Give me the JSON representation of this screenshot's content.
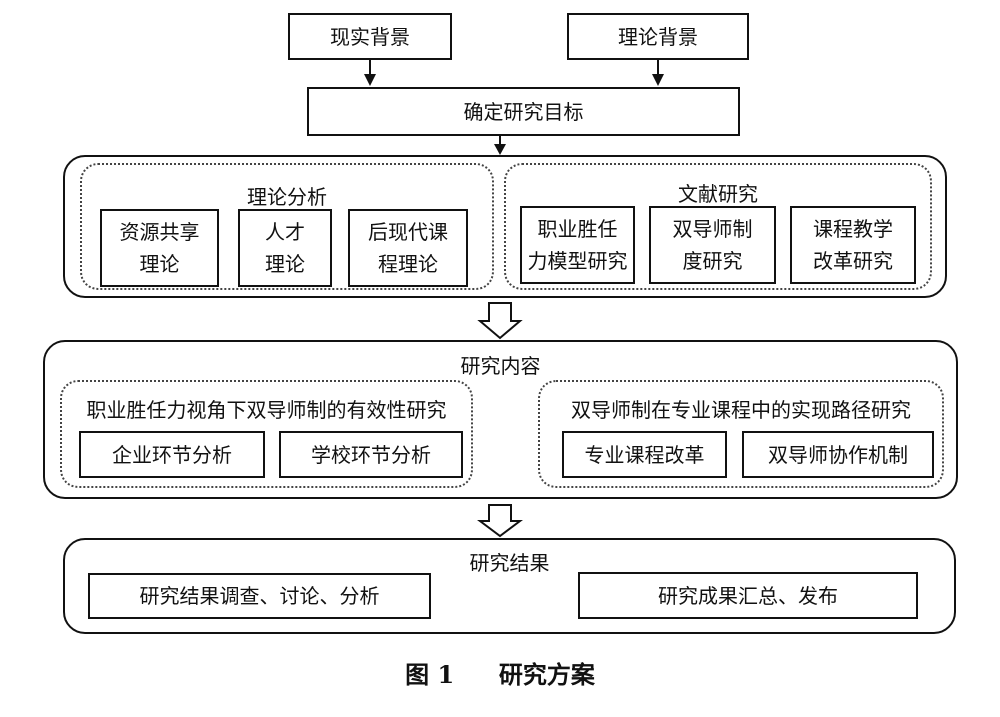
{
  "top": {
    "left_bg": "现实背景",
    "right_bg": "理论背景",
    "goal": "确定研究目标"
  },
  "theory_analysis": {
    "title": "理论分析",
    "items": [
      {
        "line1": "资源共享",
        "line2": "理论"
      },
      {
        "line1": "人才",
        "line2": "理论"
      },
      {
        "line1": "后现代课",
        "line2": "程理论"
      }
    ]
  },
  "literature": {
    "title": "文献研究",
    "items": [
      {
        "line1": "职业胜任",
        "line2": "力模型研究"
      },
      {
        "line1": "双导师制",
        "line2": "度研究"
      },
      {
        "line1": "课程教学",
        "line2": "改革研究"
      }
    ]
  },
  "content": {
    "title": "研究内容",
    "left": {
      "title": "职业胜任力视角下双导师制的有效性研究",
      "items": [
        "企业环节分析",
        "学校环节分析"
      ]
    },
    "right": {
      "title": "双导师制在专业课程中的实现路径研究",
      "items": [
        "专业课程改革",
        "双导师协作机制"
      ]
    }
  },
  "results": {
    "title": "研究结果",
    "left": "研究结果调查、讨论、分析",
    "right": "研究成果汇总、发布"
  },
  "caption": {
    "figure": "图 1",
    "text": "研究方案"
  }
}
